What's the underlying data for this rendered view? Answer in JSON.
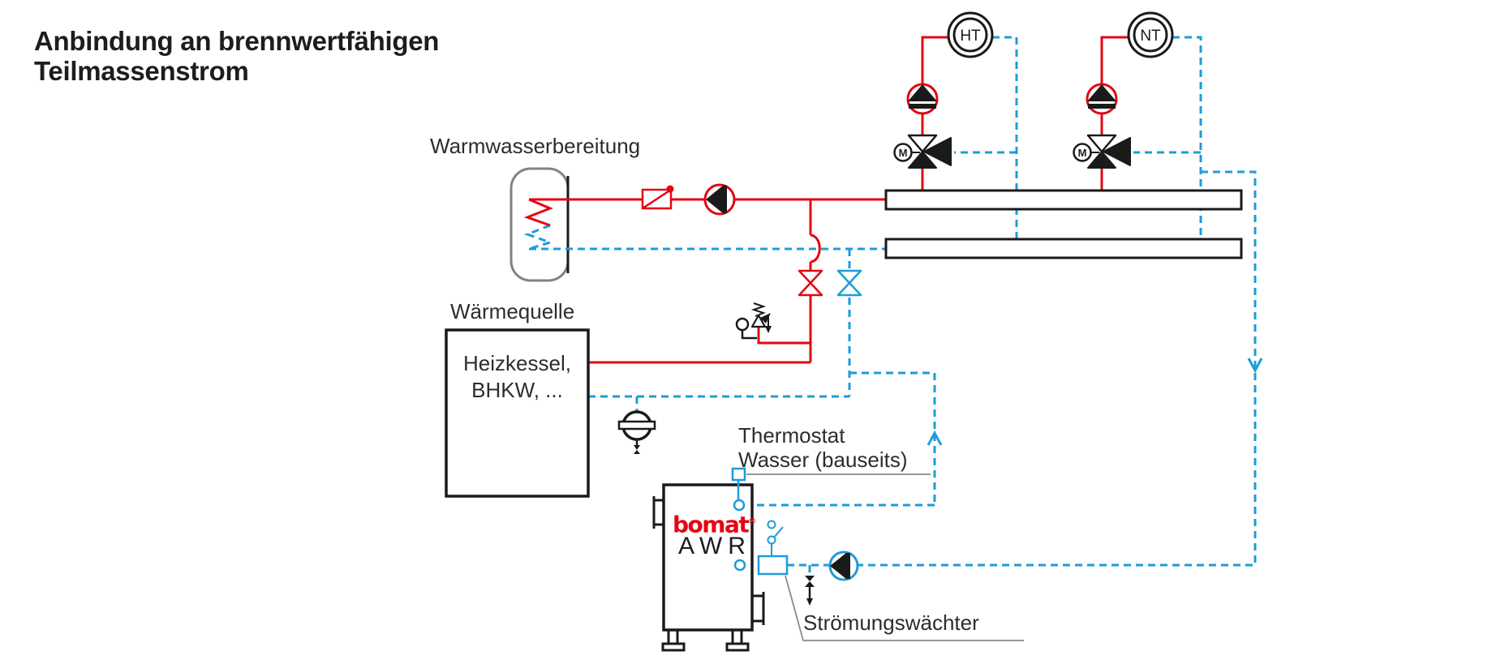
{
  "title": {
    "line1": "Anbindung an brennwertfähigen",
    "line2": "Teilmassenstrom"
  },
  "labels": {
    "hot_water": "Warmwasserbereitung",
    "heat_source": "Wärmequelle",
    "boiler_line1": "Heizkessel,",
    "boiler_line2": "BHKW, ...",
    "thermostat_line1": "Thermostat",
    "thermostat_line2": "Wasser (bauseits)",
    "flow_switch": "Strömungswächter"
  },
  "circuits": {
    "high_temp": "HT",
    "low_temp": "NT",
    "mixer_motor": "M"
  },
  "device": {
    "brand": "bomat",
    "registered": "®",
    "model": "AWR"
  },
  "colors": {
    "supply_red": "#e30613",
    "return_blue": "#1e9cd9",
    "line_black": "#1a1a1a",
    "outline_gray": "#828282",
    "leader_gray": "#8a8a8a"
  }
}
